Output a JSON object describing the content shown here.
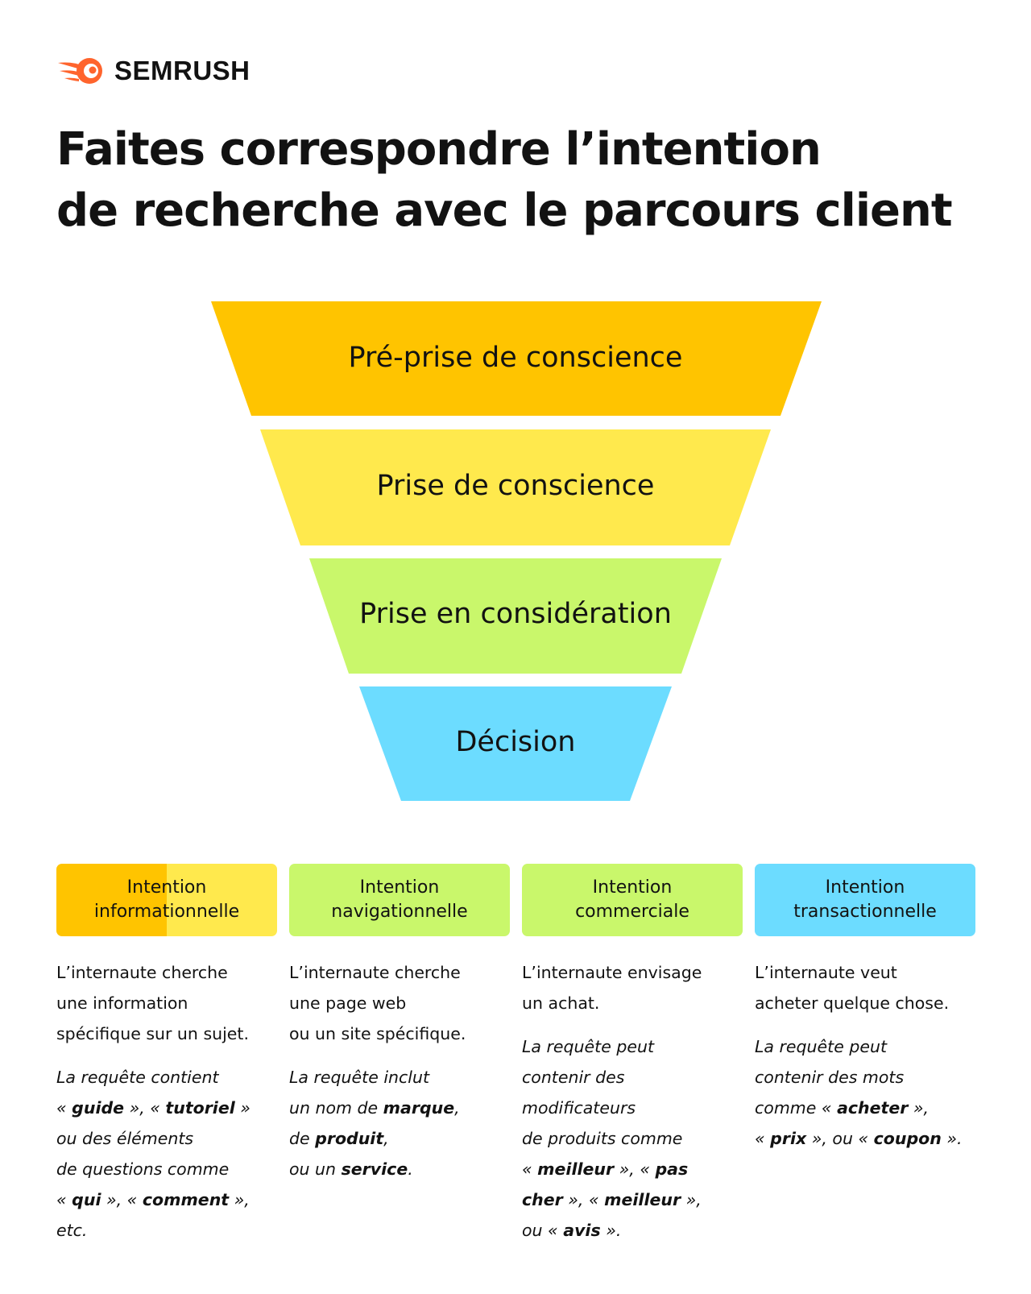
{
  "brand": {
    "name": "SEMRUSH",
    "accent": "#FF642D"
  },
  "title": {
    "line1": "Faites correspondre l’intention",
    "line2": "de recherche avec le parcours client"
  },
  "funnel": [
    {
      "label": "Pré-prise de conscience",
      "color": "#FFC400"
    },
    {
      "label": "Prise de conscience",
      "color": "#FFE94D"
    },
    {
      "label": "Prise en considération",
      "color": "#C9F76B"
    },
    {
      "label": "Décision",
      "color": "#6CDCFF"
    }
  ],
  "intents": [
    {
      "title1": "Intention",
      "title2": "informationnelle",
      "colors": [
        "#FFC400",
        "#FFE94D"
      ],
      "desc": [
        "L’internaute cherche",
        "une information",
        "spécifique sur un sujet."
      ],
      "query": [
        [
          "La requête contient"
        ],
        [
          "« ",
          "*guide",
          " », « ",
          "*tutoriel",
          " »"
        ],
        [
          "ou des éléments"
        ],
        [
          "de questions comme"
        ],
        [
          "« ",
          "*qui",
          " », « ",
          "*comment",
          " »,"
        ],
        [
          "etc."
        ]
      ]
    },
    {
      "title1": "Intention",
      "title2": "navigationnelle",
      "colors": [
        "#C9F76B"
      ],
      "desc": [
        "L’internaute cherche",
        "une page web",
        "ou un site spécifique."
      ],
      "query": [
        [
          "La requête inclut"
        ],
        [
          "un nom de ",
          "*marque",
          ","
        ],
        [
          "de ",
          "*produit",
          ","
        ],
        [
          "ou un ",
          "*service",
          "."
        ]
      ]
    },
    {
      "title1": "Intention",
      "title2": "commerciale",
      "colors": [
        "#C9F76B"
      ],
      "desc": [
        "L’internaute envisage",
        "un achat."
      ],
      "query": [
        [
          "La requête peut"
        ],
        [
          "contenir des"
        ],
        [
          "modificateurs"
        ],
        [
          "de produits comme"
        ],
        [
          "« ",
          "*meilleur",
          " », « ",
          "*pas"
        ],
        [
          "*cher",
          " », « ",
          "*meilleur",
          " »,"
        ],
        [
          "ou « ",
          "*avis",
          " »."
        ]
      ]
    },
    {
      "title1": "Intention",
      "title2": "transactionnelle",
      "colors": [
        "#6CDCFF"
      ],
      "desc": [
        "L’internaute veut",
        "acheter quelque chose."
      ],
      "query": [
        [
          "La requête peut"
        ],
        [
          "contenir des mots"
        ],
        [
          "comme « ",
          "*acheter",
          " »,"
        ],
        [
          "« ",
          "*prix",
          " », ou « ",
          "*coupon",
          " »."
        ]
      ]
    }
  ]
}
